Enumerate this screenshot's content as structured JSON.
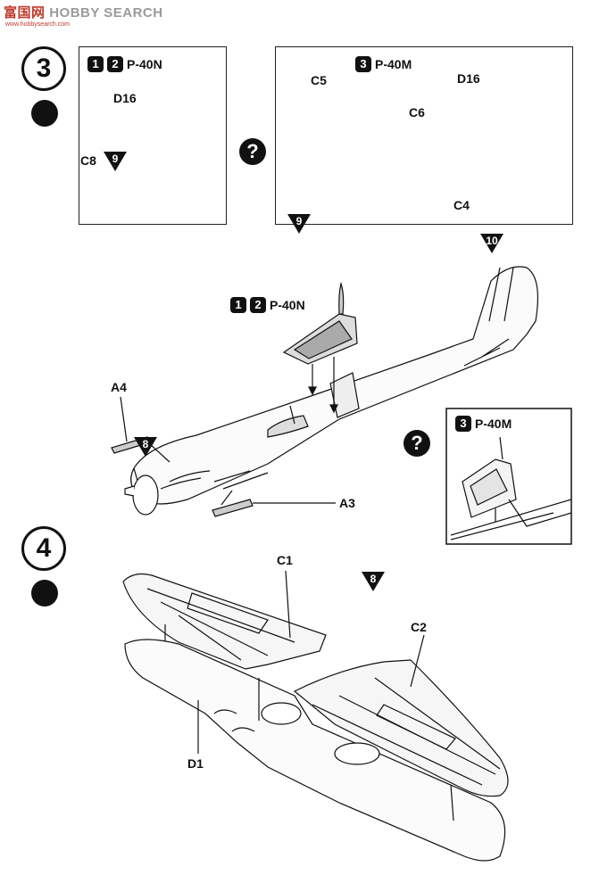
{
  "watermark": {
    "brand": "富国网",
    "site": "HOBBY SEARCH",
    "sub": "www.hobbysearch.com"
  },
  "step3": {
    "number": "3",
    "panel_left": {
      "badges": [
        "1",
        "2"
      ],
      "variant": "P-40N",
      "parts": {
        "d16": "D16",
        "c8": "C8"
      },
      "c8_color": "9"
    },
    "panel_right": {
      "badges": [
        "3"
      ],
      "variant": "P-40M",
      "parts": {
        "c5": "C5",
        "c6": "C6",
        "d16": "D16",
        "c4": "C4"
      },
      "paint_9": "9",
      "c4_color": "10"
    },
    "question": "?"
  },
  "assembly": {
    "badges": [
      "1",
      "2"
    ],
    "variant": "P-40N",
    "a4": "A4",
    "a4_color": "8",
    "a3": "A3",
    "a3_color": "8",
    "inset": {
      "badges": [
        "3"
      ],
      "variant": "P-40M"
    },
    "question": "?"
  },
  "step4": {
    "number": "4",
    "parts": {
      "c1": "C1",
      "c2": "C2",
      "d1": "D1"
    }
  }
}
